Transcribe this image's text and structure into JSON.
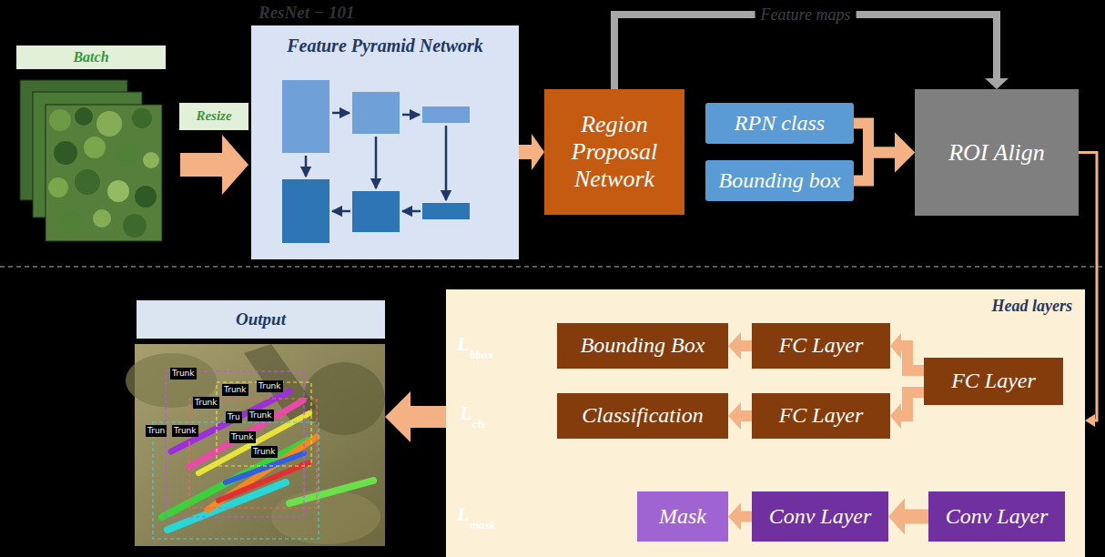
{
  "diagram": {
    "nodes": [
      {
        "text": [
          "Batch"
        ]
      },
      {
        "text": [
          "Resize"
        ]
      },
      {
        "text": [
          "ResNet − 101",
          "Feature Pyramid Network"
        ]
      },
      {
        "text": [
          "Region Proposal Network"
        ]
      },
      {
        "text": [
          "RPN class"
        ]
      },
      {
        "text": [
          "Bounding box"
        ]
      },
      {
        "text": [
          "ROI Align"
        ]
      },
      {
        "text": [
          "Head layers"
        ]
      },
      {
        "text": [
          "Bounding Box"
        ],
        "in": 7
      },
      {
        "text": [
          "FC Layer"
        ],
        "in": 7
      },
      {
        "text": [
          "FC Layer"
        ],
        "in": 7
      },
      {
        "text": [
          "Classification"
        ],
        "in": 7
      },
      {
        "text": [
          "FC Layer"
        ],
        "in": 7
      },
      {
        "text": [
          "Mask"
        ],
        "in": 7
      },
      {
        "text": [
          "Conv Layer"
        ],
        "in": 7
      },
      {
        "text": [
          "Conv Layer"
        ],
        "in": 7
      },
      {
        "text": [
          "Output"
        ]
      }
    ],
    "edges": [
      {
        "from": 2,
        "to": 3,
        "arrow": "to"
      },
      {
        "from": 3,
        "to": 6,
        "label": "Feature maps",
        "arrow": "to"
      },
      {
        "from": 4,
        "to": 6,
        "arrow": "to"
      },
      {
        "from": 5,
        "to": 6,
        "arrow": "to"
      },
      {
        "from": 6,
        "to": 7,
        "arrow": "to"
      },
      {
        "from": 10,
        "to": 9,
        "arrow": "to"
      },
      {
        "from": 10,
        "to": 12,
        "arrow": "to"
      },
      {
        "from": 9,
        "to": 8,
        "arrow": "to"
      },
      {
        "from": 12,
        "to": 11,
        "arrow": "to"
      },
      {
        "from": 15,
        "to": 14,
        "arrow": "to"
      },
      {
        "from": 14,
        "to": 13,
        "arrow": "to"
      },
      {
        "from": 7,
        "to": 16,
        "arrow": "to"
      }
    ],
    "labels": [
      "L",
      "bbox",
      "L",
      "cls",
      "L",
      "mask",
      "Trunk",
      "Trunk",
      "Trunk",
      "Trunk",
      "Tru",
      "Trunk",
      "Trun",
      "Trunk",
      "Trunk",
      "Trunk"
    ]
  }
}
